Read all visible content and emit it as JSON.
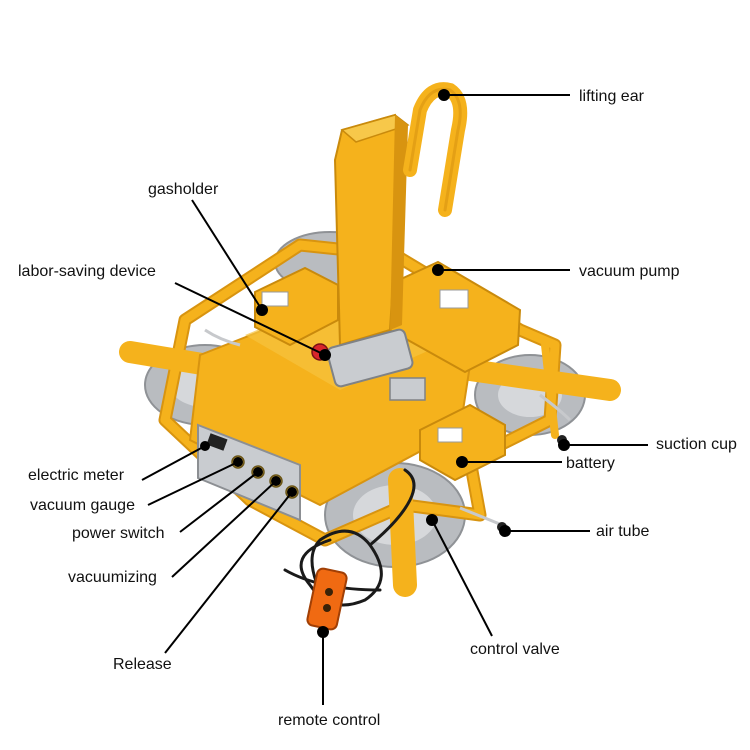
{
  "labels": {
    "lifting_ear": "lifting ear",
    "gasholder": "gasholder",
    "labor_saving_device": "labor-saving device",
    "vacuum_pump": "vacuum pump",
    "suction_cup": "suction cup",
    "battery": "battery",
    "electric_meter": "electric meter",
    "vacuum_gauge": "vacuum gauge",
    "power_switch": "power switch",
    "vacuumizing": "vacuumizing",
    "release": "Release",
    "air_tube": "air tube",
    "control_valve": "control valve",
    "remote_control": "remote control"
  },
  "colors": {
    "frame_yellow": "#f5b21c",
    "frame_shade": "#d89410",
    "cup_gray": "#b9bcc0",
    "steel": "#c9ccd0",
    "cable": "#1a1a1a",
    "remote_orange": "#f06a12",
    "leader": "#000000"
  }
}
